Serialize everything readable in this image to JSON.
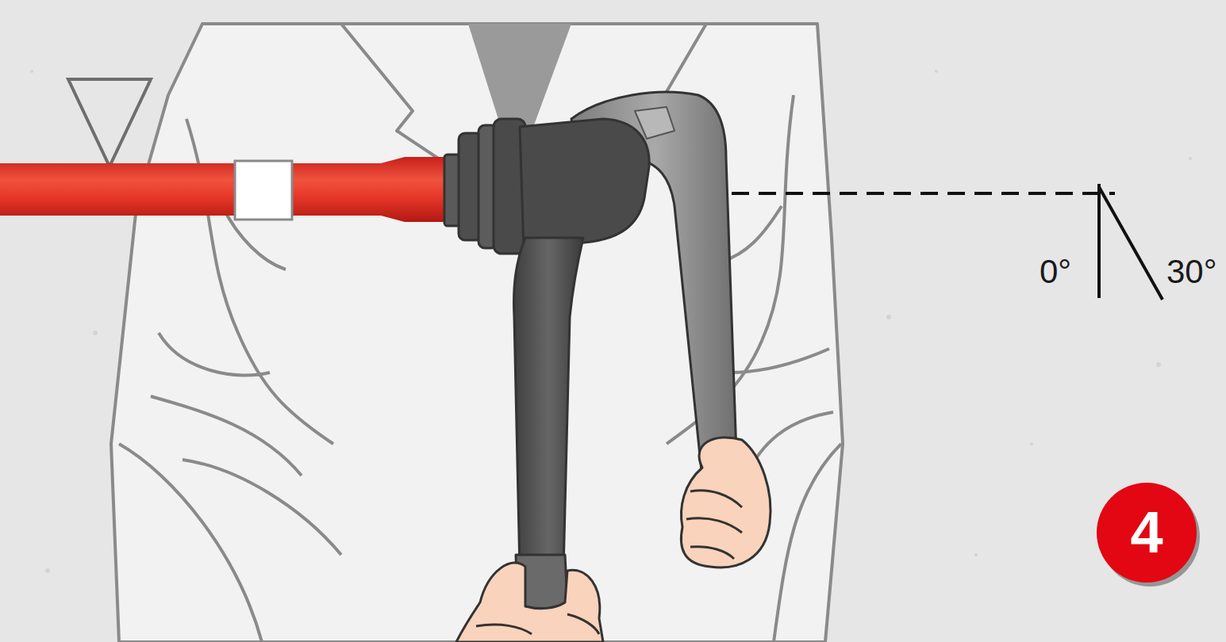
{
  "diagram": {
    "nodes": [
      {
        "text": [
          "4"
        ]
      }
    ],
    "edges": [],
    "labels": [
      "0°",
      "30°"
    ]
  }
}
